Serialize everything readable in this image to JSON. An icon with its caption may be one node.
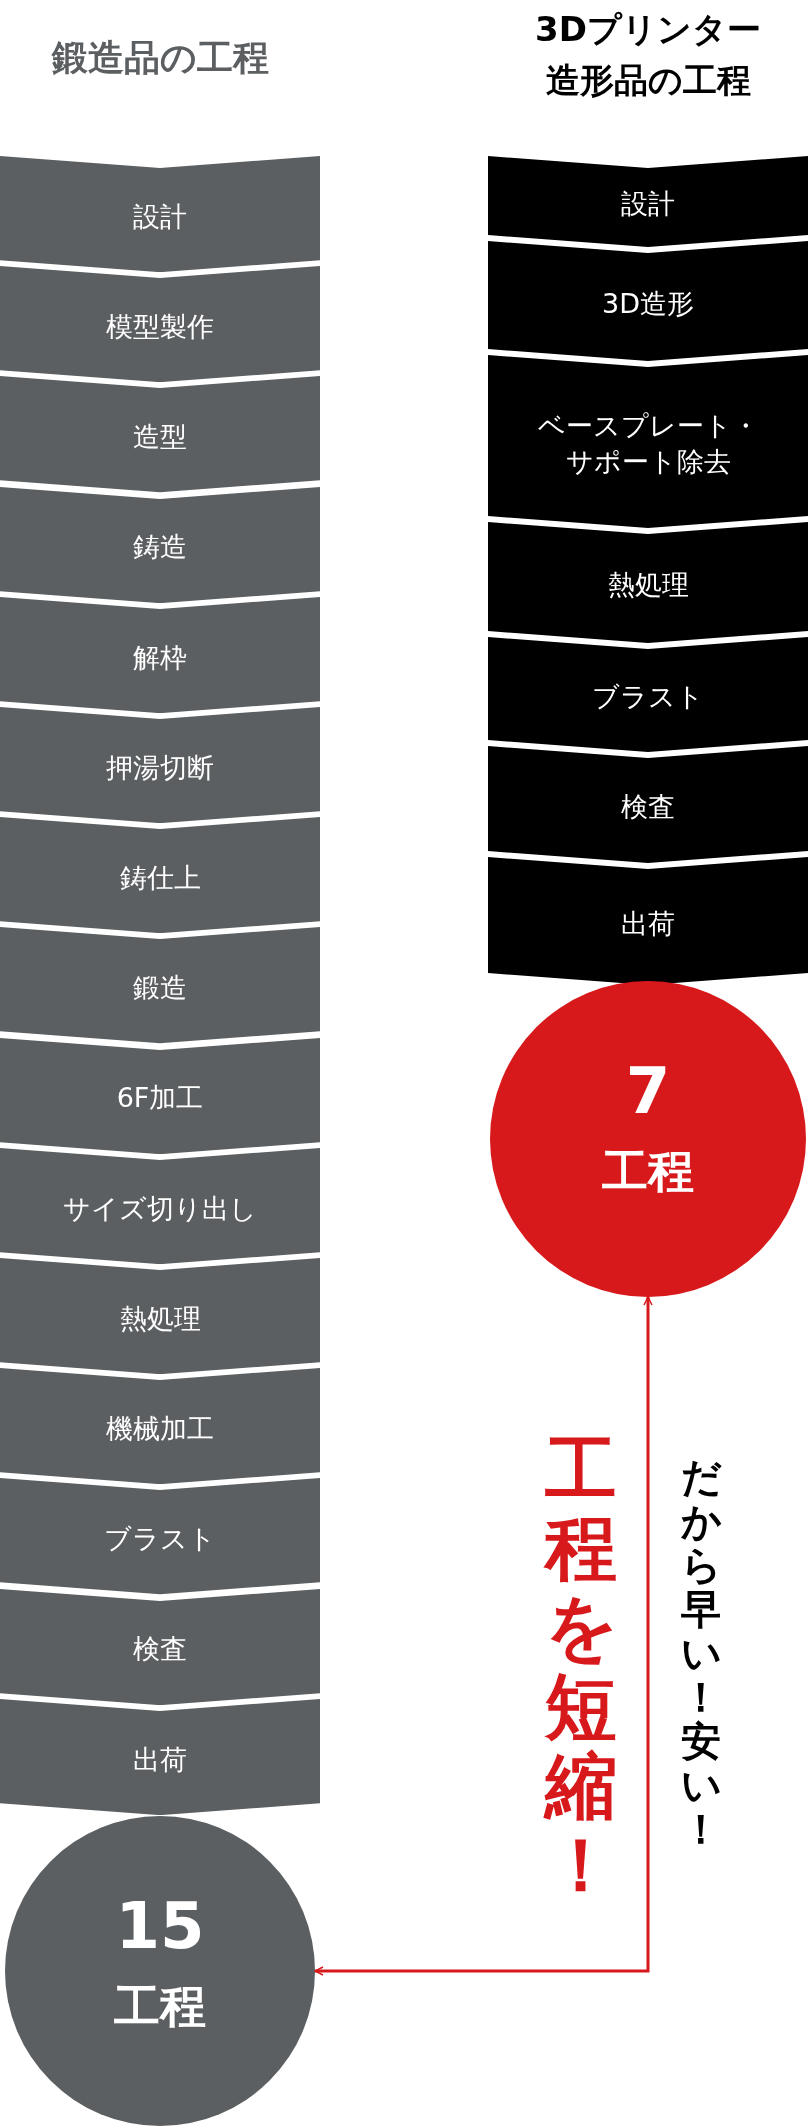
{
  "diagram": {
    "nodes": [
      {
        "text": [
          "設計"
        ]
      },
      {
        "text": [
          "模型製作"
        ]
      },
      {
        "text": [
          "造型"
        ]
      },
      {
        "text": [
          "鋳造"
        ]
      },
      {
        "text": [
          "解枠"
        ]
      },
      {
        "text": [
          "押湯切断"
        ]
      },
      {
        "text": [
          "鋳仕上"
        ]
      },
      {
        "text": [
          "鍛造"
        ]
      },
      {
        "text": [
          "6F加工"
        ]
      },
      {
        "text": [
          "サイズ切り出し"
        ]
      },
      {
        "text": [
          "熱処理"
        ]
      },
      {
        "text": [
          "機械加工"
        ]
      },
      {
        "text": [
          "ブラスト"
        ]
      },
      {
        "text": [
          "検査"
        ]
      },
      {
        "text": [
          "出荷"
        ]
      },
      {
        "text": [
          "15",
          "工程"
        ]
      },
      {
        "text": [
          "設計"
        ]
      },
      {
        "text": [
          "3D造形"
        ]
      },
      {
        "text": [
          "ベースプレート・サポート除去"
        ]
      },
      {
        "text": [
          "熱処理"
        ]
      },
      {
        "text": [
          "ブラスト"
        ]
      },
      {
        "text": [
          "検査"
        ]
      },
      {
        "text": [
          "出荷"
        ]
      },
      {
        "text": [
          "7",
          "工程"
        ]
      }
    ],
    "edges": [
      {
        "from": 23,
        "to": 15,
        "arrow": "both"
      }
    ],
    "labels": [
      "鍛造品の工程",
      "3Dプリンター造形品の工程",
      "工程を短縮！",
      "だから早い！安い！"
    ]
  }
}
